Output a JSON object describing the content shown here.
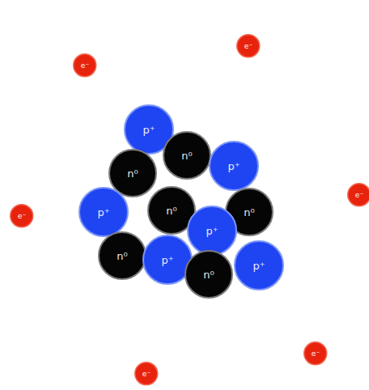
{
  "diagram": {
    "nodes": [
      {
        "text": [
          "e⁻"
        ]
      },
      {
        "text": [
          "e⁻"
        ]
      },
      {
        "text": [
          "p⁺"
        ]
      },
      {
        "text": [
          "n⁰"
        ]
      },
      {
        "text": [
          "p⁺"
        ]
      },
      {
        "text": [
          "n⁰"
        ]
      },
      {
        "text": [
          "e⁻"
        ]
      },
      {
        "text": [
          "n⁰"
        ]
      },
      {
        "text": [
          "n⁰"
        ]
      },
      {
        "text": [
          "p⁺"
        ]
      },
      {
        "text": [
          "e⁻"
        ]
      },
      {
        "text": [
          "p⁺"
        ]
      },
      {
        "text": [
          "n⁰"
        ]
      },
      {
        "text": [
          "p⁺"
        ]
      },
      {
        "text": [
          "p⁺"
        ]
      },
      {
        "text": [
          "n⁰"
        ]
      },
      {
        "text": [
          "e⁻"
        ]
      },
      {
        "text": [
          "e⁻"
        ]
      }
    ]
  }
}
